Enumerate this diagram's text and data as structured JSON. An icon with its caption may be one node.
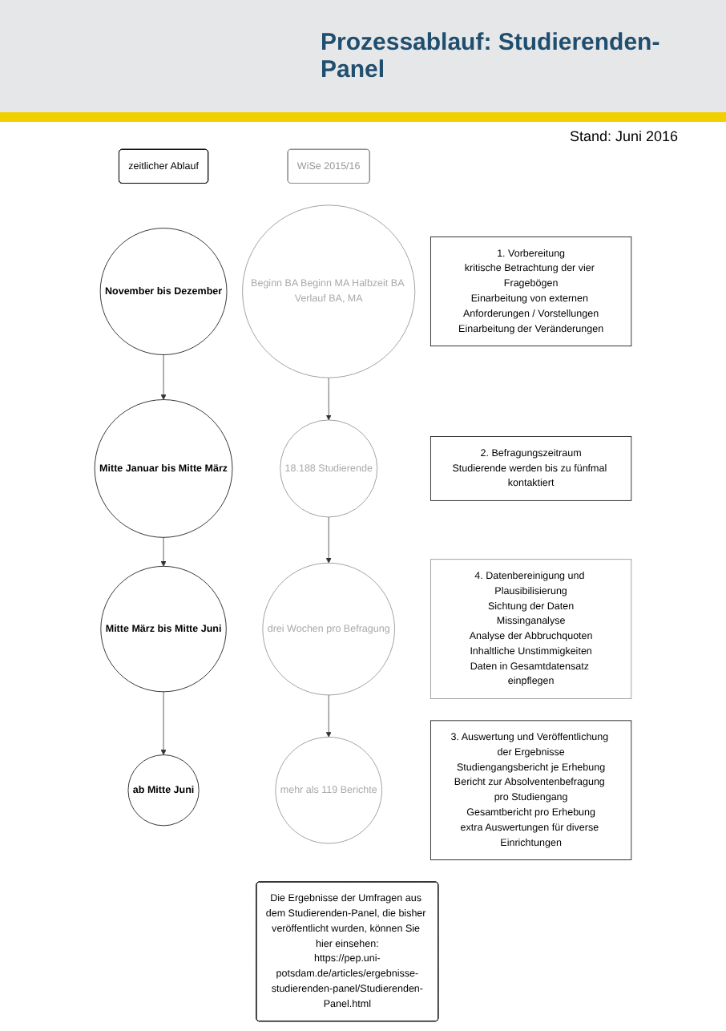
{
  "diagram": {
    "title": "Prozessablauf: Studierenden-Panel",
    "nodes": [
      {
        "text": [
          "zeitlicher Ablauf"
        ]
      },
      {
        "text": [
          "WiSe 2015/16"
        ]
      },
      {
        "text": [
          "November bis Dezember"
        ]
      },
      {
        "text": [
          "Beginn BA Beginn MA Halbzeit BA Verlauf BA, MA"
        ]
      },
      {
        "text": [
          "1. Vorbereitung",
          "kritische Betrachtung der vier Fragebögen",
          "Einarbeitung von externen Anforderungen / Vorstellungen",
          "Einarbeitung der Veränderungen"
        ]
      },
      {
        "text": [
          "Mitte Januar bis Mitte März"
        ]
      },
      {
        "text": [
          "18.188 Studierende"
        ]
      },
      {
        "text": [
          "2. Befragungszeitraum",
          "Studierende werden bis zu fünfmal kontaktiert"
        ]
      },
      {
        "text": [
          "Mitte März bis Mitte Juni"
        ]
      },
      {
        "text": [
          "drei Wochen pro Befragung"
        ]
      },
      {
        "text": [
          "4. Datenbereinigung und Plausibilisierung",
          "Sichtung der Daten",
          "Missinganalyse",
          "Analyse der Abbruchquoten",
          "Inhaltliche Unstimmigkeiten",
          "Daten in Gesamtdatensatz einpflegen"
        ]
      },
      {
        "text": [
          "ab Mitte Juni"
        ]
      },
      {
        "text": [
          "mehr als 119 Berichte"
        ]
      },
      {
        "text": [
          "3. Auswertung und Veröffentlichung der Ergebnisse",
          "Studiengangsbericht je Erhebung",
          "Bericht zur Absolventenbefragung pro Studiengang",
          "Gesamtbericht pro Erhebung",
          "extra Auswertungen für diverse Einrichtungen"
        ]
      },
      {
        "text": [
          "Die Ergebnisse der Umfragen aus dem Studierenden-Panel, die bisher veröffentlicht wurden, können Sie hier einsehen:",
          "https://pep.uni-potsdam.de/articles/ergebnisse-studierenden-panel/Studierenden-Panel.html"
        ]
      }
    ],
    "edges": [
      {
        "from": 2,
        "to": 5,
        "arrow": "to"
      },
      {
        "from": 5,
        "to": 8,
        "arrow": "to"
      },
      {
        "from": 8,
        "to": 11,
        "arrow": "to"
      },
      {
        "from": 3,
        "to": 6,
        "arrow": "to"
      },
      {
        "from": 6,
        "to": 9,
        "arrow": "to"
      },
      {
        "from": 9,
        "to": 12,
        "arrow": "to"
      }
    ],
    "labels": [
      "Stand: Juni 2016"
    ]
  }
}
